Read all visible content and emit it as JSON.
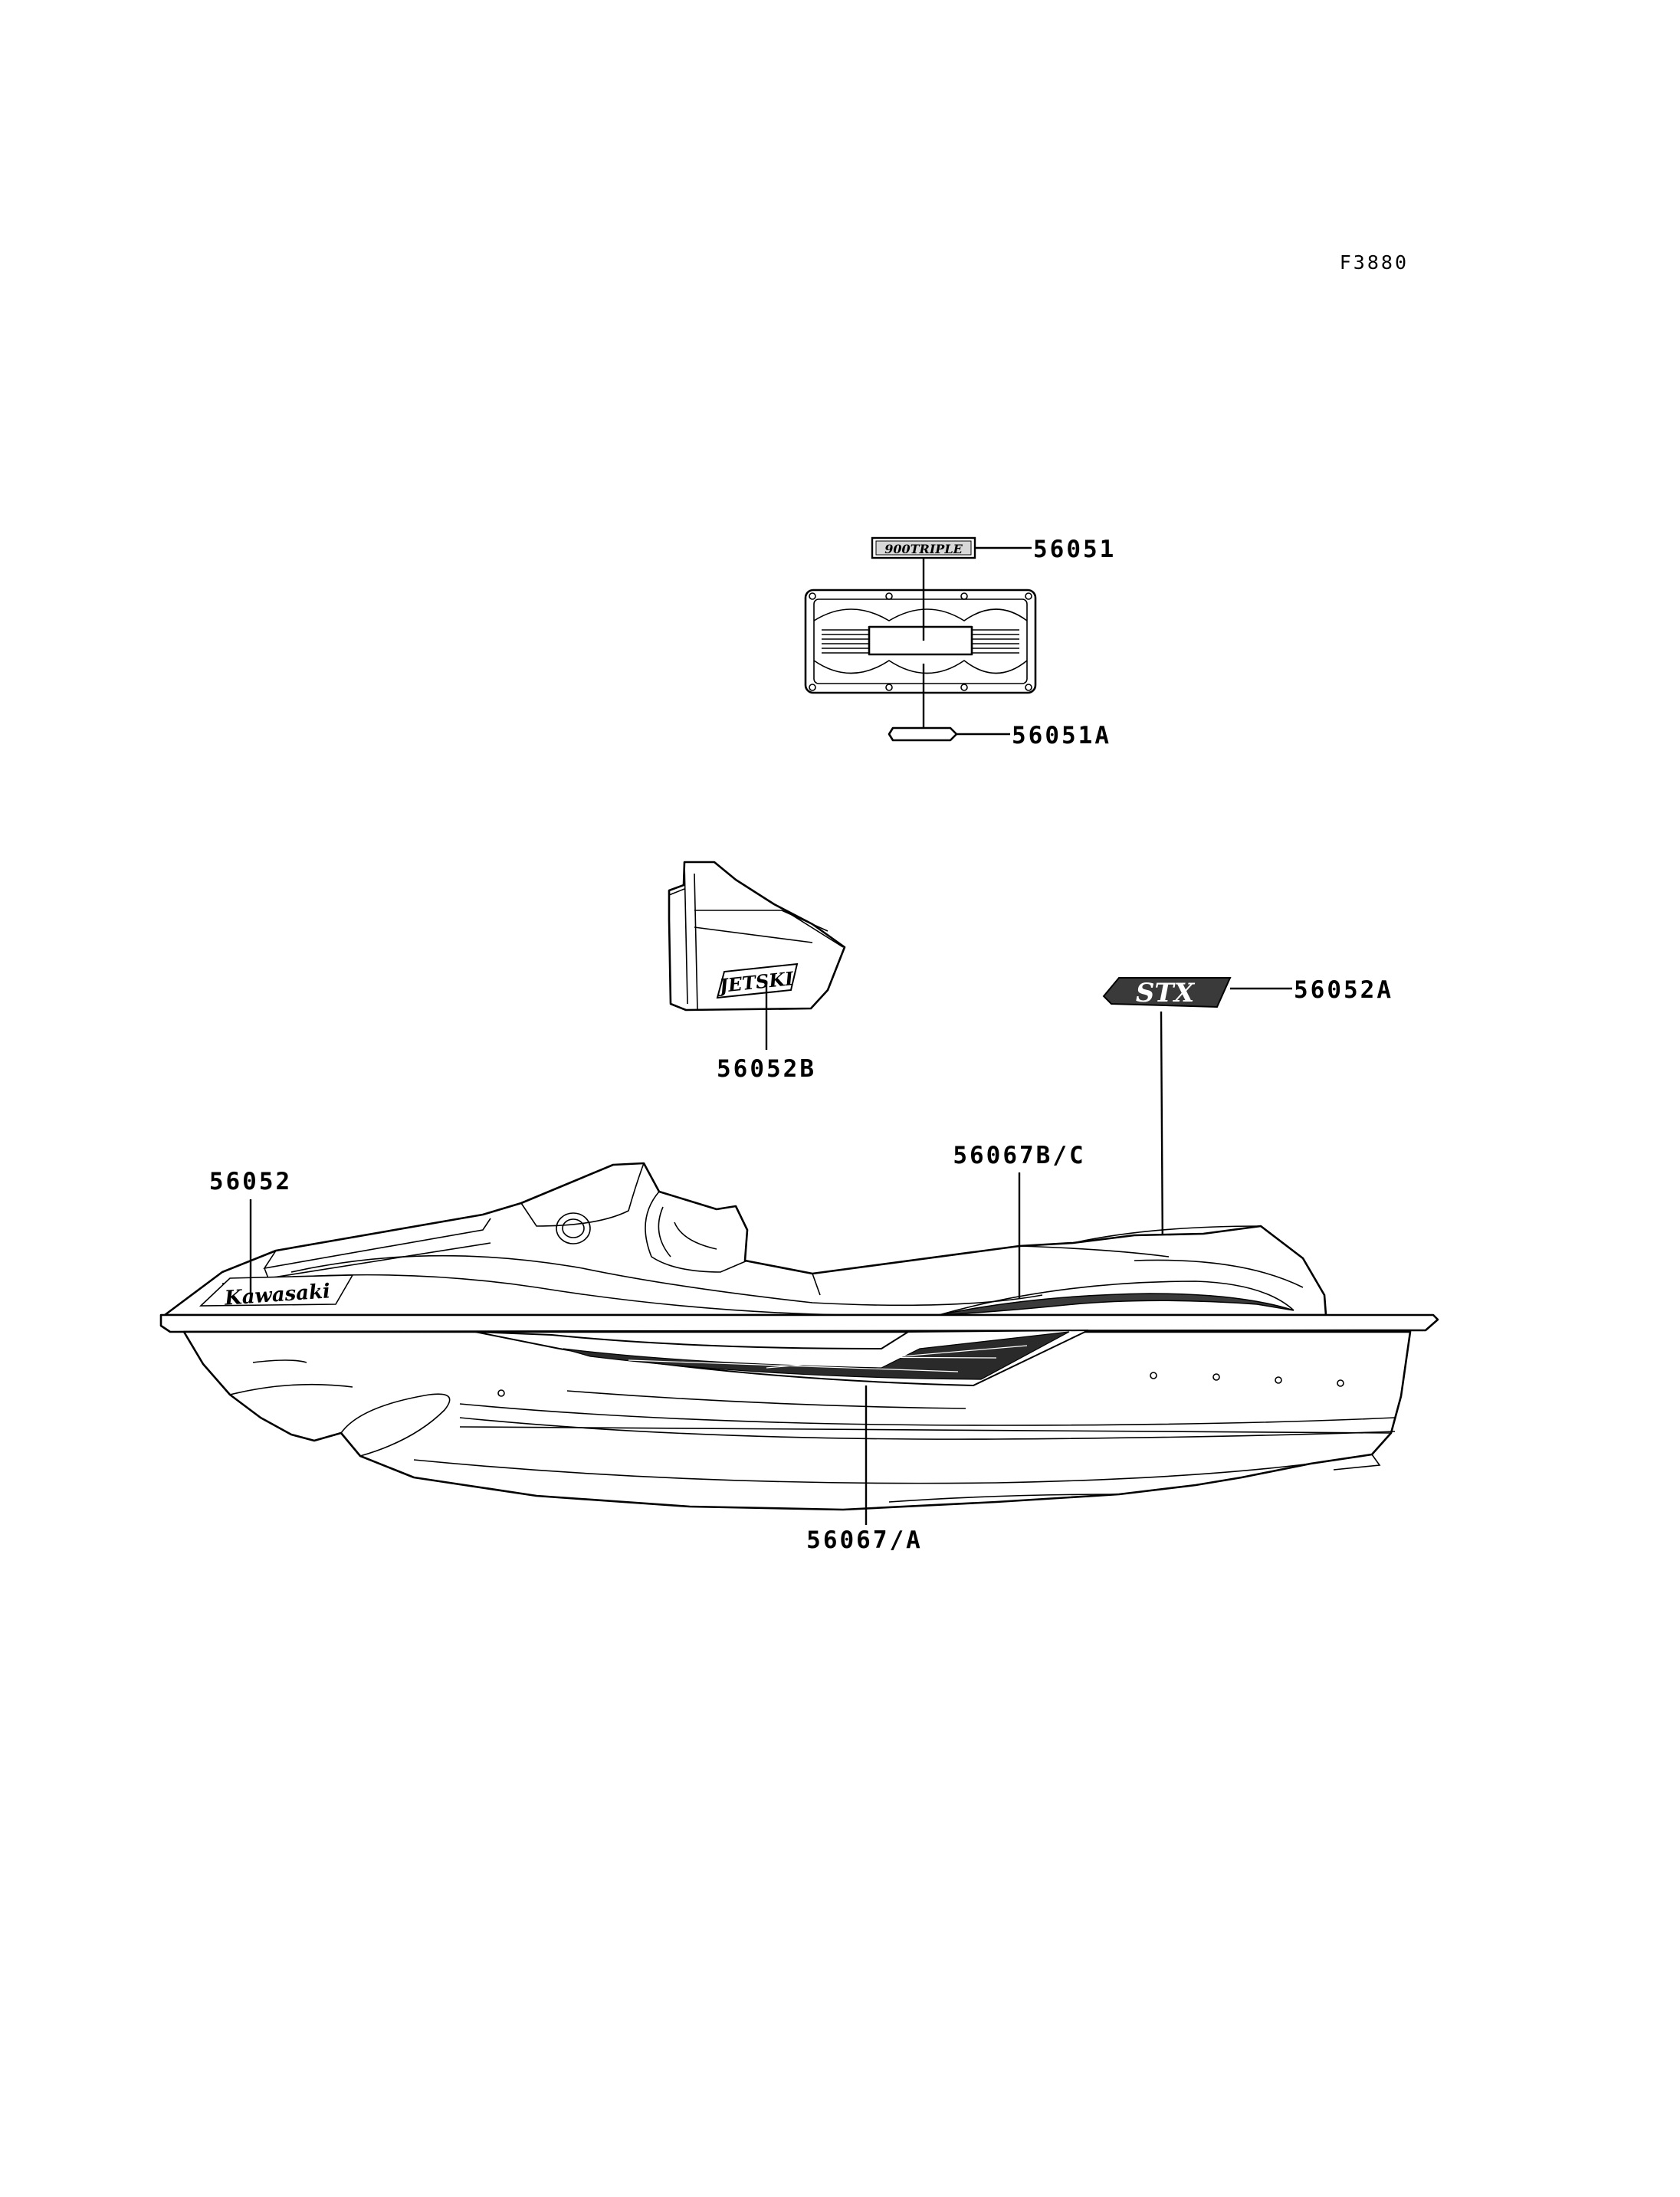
{
  "figure_code": "F3880",
  "labels": {
    "p56051": "56051",
    "p56051A": "56051A",
    "p56052A": "56052A",
    "p56052B": "56052B",
    "p56052": "56052",
    "p56067BC": "56067B/C",
    "p56067A": "56067/A"
  },
  "decal_text": {
    "engine_badge": "900TRIPLE",
    "cowl_logo": "JETSKI",
    "model_logo": "STX",
    "brand_logo": "Kawasaki"
  }
}
